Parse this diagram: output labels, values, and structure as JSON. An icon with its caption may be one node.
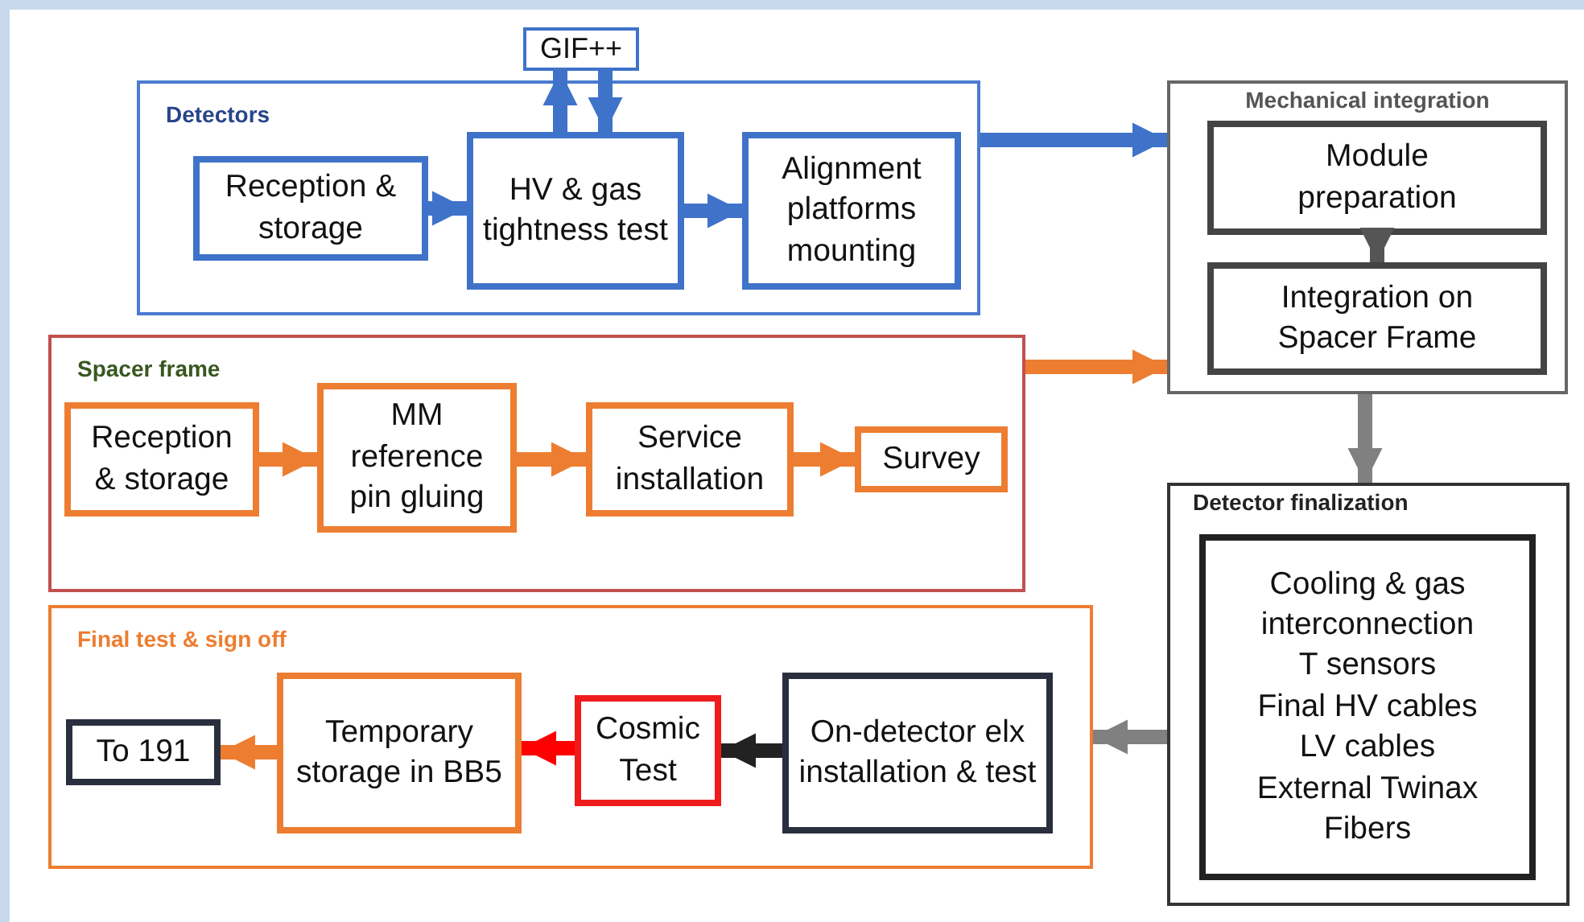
{
  "diagram": {
    "nodes": [
      {
        "text": [
          "Detectors"
        ]
      },
      {
        "text": [
          "GIF++"
        ]
      },
      {
        "text": [
          "Reception & storage"
        ],
        "in": 0
      },
      {
        "text": [
          "HV & gas tightness test"
        ],
        "in": 0
      },
      {
        "text": [
          "Alignment platforms mounting"
        ],
        "in": 0
      },
      {
        "text": [
          "Mechanical integration"
        ]
      },
      {
        "text": [
          "Module preparation"
        ],
        "in": 5
      },
      {
        "text": [
          "Integration on Spacer Frame"
        ],
        "in": 5
      },
      {
        "text": [
          "Spacer frame"
        ]
      },
      {
        "text": [
          "Reception & storage"
        ],
        "in": 8
      },
      {
        "text": [
          "MM reference pin gluing"
        ],
        "in": 8
      },
      {
        "text": [
          "Service installation"
        ],
        "in": 8
      },
      {
        "text": [
          "Survey"
        ],
        "in": 8
      },
      {
        "text": [
          "Detector finalization"
        ]
      },
      {
        "text": [
          "Cooling & gas interconnection",
          "T sensors",
          "Final HV cables",
          "LV cables",
          "External Twinax",
          "Fibers"
        ],
        "in": 13
      },
      {
        "text": [
          "Final test & sign off"
        ]
      },
      {
        "text": [
          "To 191"
        ],
        "in": 15
      },
      {
        "text": [
          "Temporary storage in BB5"
        ],
        "in": 15
      },
      {
        "text": [
          "Cosmic Test"
        ],
        "in": 15
      },
      {
        "text": [
          "On-detector elx installation & test"
        ],
        "in": 15
      }
    ],
    "edges": [
      {
        "from": 3,
        "to": 1,
        "arrow": "to",
        "color": "#3f72c9"
      },
      {
        "from": 1,
        "to": 3,
        "arrow": "to",
        "color": "#3f72c9"
      },
      {
        "from": 2,
        "to": 3,
        "arrow": "to",
        "color": "#3f72c9"
      },
      {
        "from": 3,
        "to": 4,
        "arrow": "to",
        "color": "#3f72c9"
      },
      {
        "from": 0,
        "to": 5,
        "arrow": "to",
        "color": "#3f72c9"
      },
      {
        "from": 8,
        "to": 5,
        "arrow": "to",
        "color": "#ed7d31"
      },
      {
        "from": 6,
        "to": 7,
        "arrow": "to",
        "color": "#555555"
      },
      {
        "from": 5,
        "to": 13,
        "arrow": "to",
        "color": "#808080"
      },
      {
        "from": 9,
        "to": 10,
        "arrow": "to",
        "color": "#ed7d31"
      },
      {
        "from": 10,
        "to": 11,
        "arrow": "to",
        "color": "#ed7d31"
      },
      {
        "from": 11,
        "to": 12,
        "arrow": "to",
        "color": "#ed7d31"
      },
      {
        "from": 13,
        "to": 15,
        "arrow": "to",
        "color": "#808080"
      },
      {
        "from": 19,
        "to": 18,
        "arrow": "to",
        "color": "#222222"
      },
      {
        "from": 18,
        "to": 17,
        "arrow": "to",
        "color": "#ff0000"
      },
      {
        "from": 17,
        "to": 16,
        "arrow": "to",
        "color": "#ed7d31"
      }
    ]
  }
}
